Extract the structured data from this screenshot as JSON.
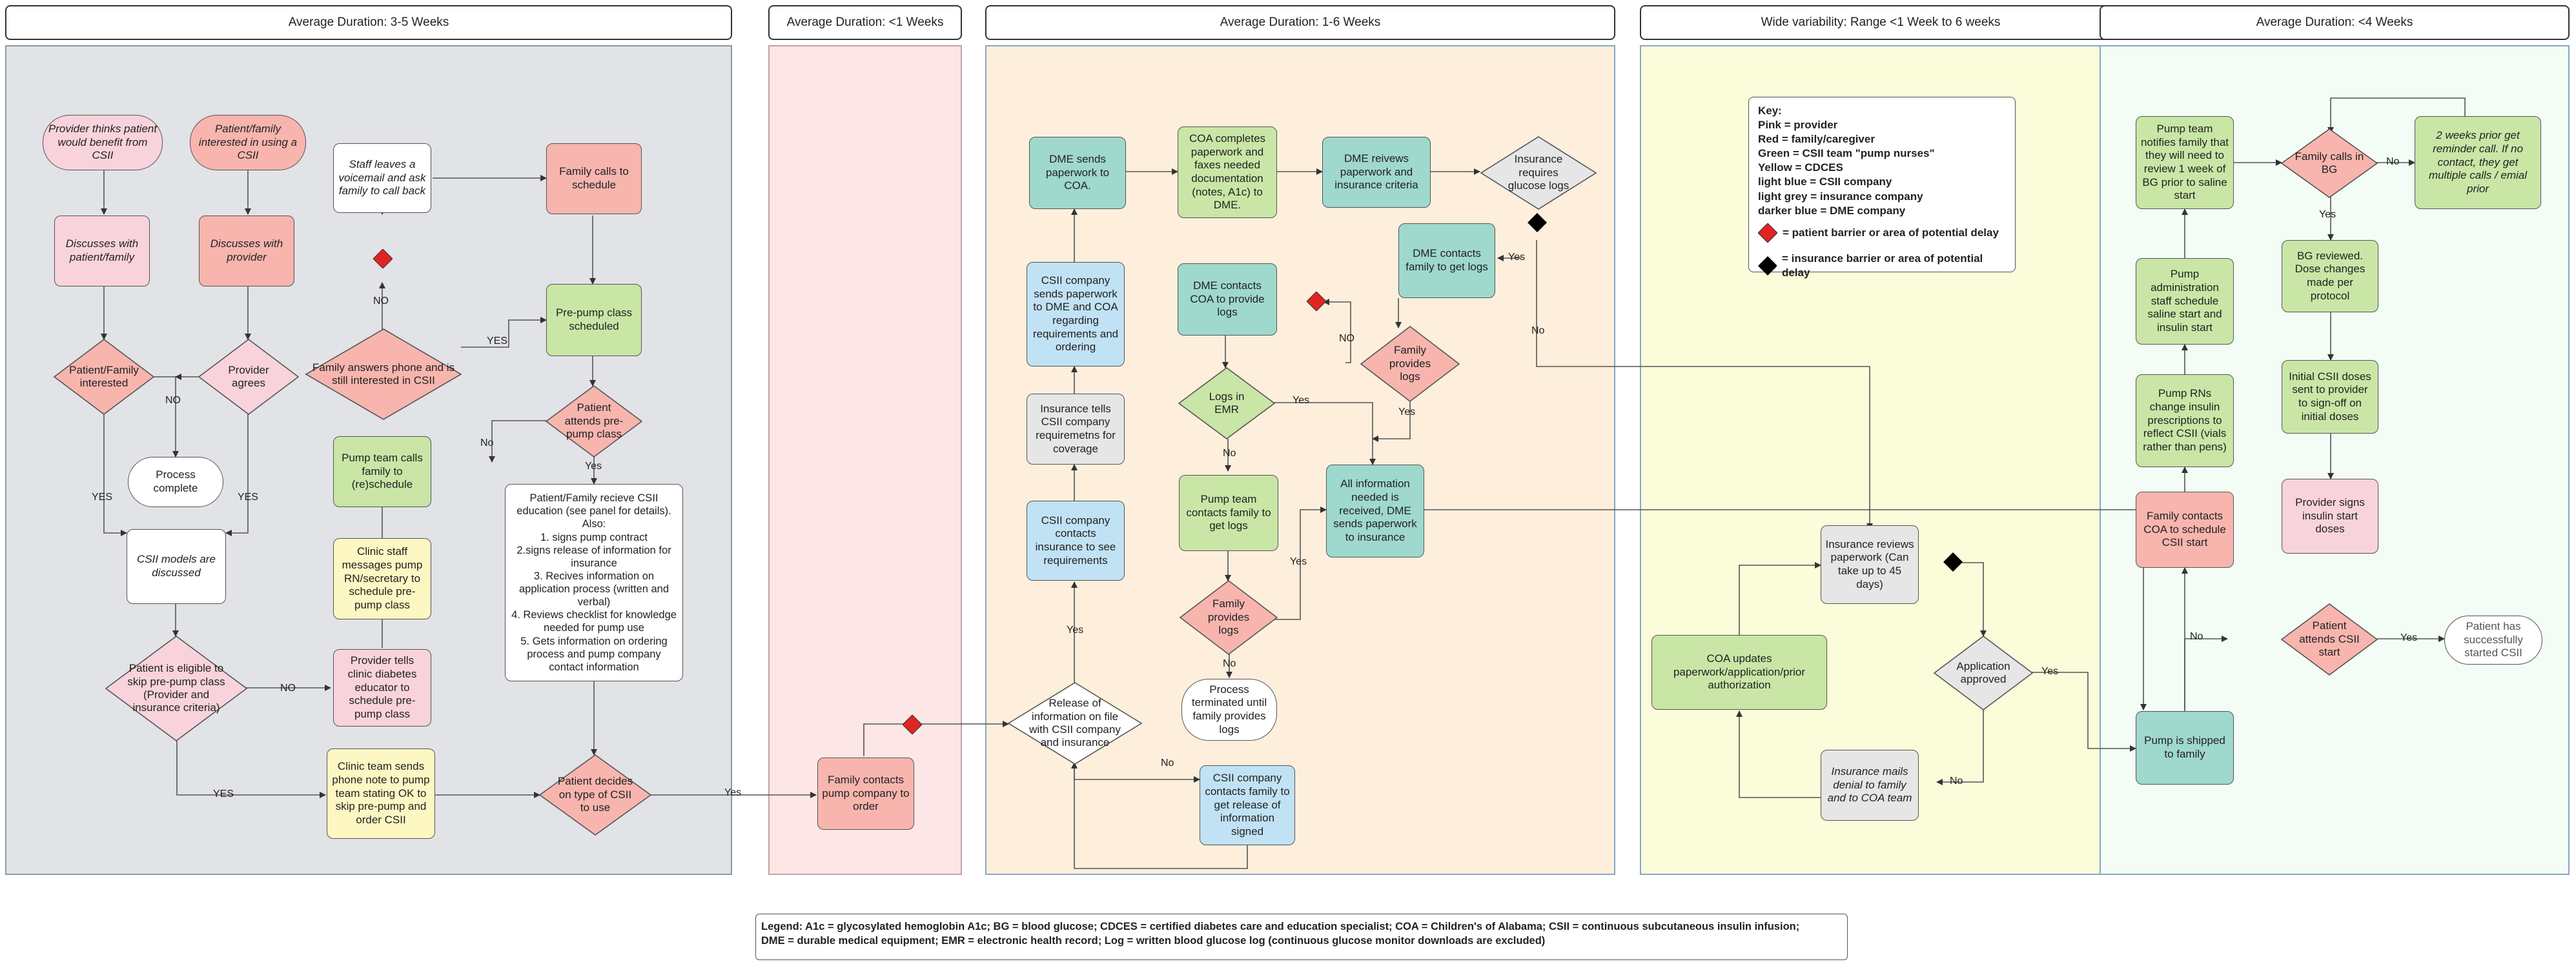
{
  "headers": [
    "Average Duration: 3-5 Weeks",
    "Average Duration: <1 Weeks",
    "Average Duration: 1-6 Weeks",
    "Wide variability: Range <1 Week to 6 weeks",
    "Average Duration: <4 Weeks"
  ],
  "colors": {
    "pink": "#f9d3dc",
    "red": "#f7b5ae",
    "green": "#c9e6a6",
    "yellow": "#fdf7c3",
    "light_blue": "#c1e2f4",
    "light_grey": "#e6e6e6",
    "dark_blue": "#9fd8cd",
    "patient_barrier": "#e02424",
    "insurance_barrier": "#000000"
  },
  "nodes": {
    "provider_thinks": "Provider thinks patient would benefit from CSII",
    "family_interested_csii": "Patient/family interested in using a CSII",
    "discusses_family": "Discusses with patient/family",
    "discusses_provider": "Discusses with provider",
    "patient_family_interested": "Patient/Family interested",
    "provider_agrees": "Provider agrees",
    "process_complete": "Process complete",
    "csii_models": "CSII models are discussed",
    "eligible_skip": "Patient is eligible to skip pre-pump class (Provider and insurance criteria)",
    "staff_voicemail": "Staff leaves a voicemail and ask family to call back",
    "family_answers": "Family answers phone and is still interested in CSII",
    "pump_team_calls": "Pump team calls family to (re)schedule",
    "clinic_staff_messages": "Clinic staff messages pump RN/secretary to schedule pre-pump class",
    "provider_tells": "Provider tells clinic diabetes educator to schedule pre-pump class",
    "clinic_team_sends": "Clinic team sends phone note to pump team stating OK to skip pre-pump and order CSII",
    "family_calls_schedule": "Family calls to schedule",
    "pre_pump_scheduled": "Pre-pump class scheduled",
    "patient_attends_prepump": "Patient attends pre-pump class",
    "patient_receives_1": "Patient/Family recieve CSII education (see panel for details). Also:",
    "patient_receives_2": "1. signs pump contract",
    "patient_receives_3": "2.signs release of information for insurance",
    "patient_receives_4": "3. Recives information on application process (written and verbal)",
    "patient_receives_5": "4. Reviews checklist for knowledge needed for pump use",
    "patient_receives_6": "5. Gets information on ordering process and pump company contact information",
    "patient_decides": "Patient decides on type of CSII to use",
    "family_contacts_pump": "Family contacts pump company to order",
    "release_info": "Release of information on file with CSII company and insurance",
    "csii_contacts_family": "CSII company contacts family to get release of information signed",
    "csii_contacts_insurance": "CSII company contacts insurance to see requirements",
    "insurance_tells": "Insurance tells CSII company requiremetns for coverage",
    "csii_sends_paperwork": "CSII company sends paperwork to DME and COA regarding requirements and ordering",
    "dme_sends_coa": "DME sends paperwork to COA.",
    "coa_completes": "COA  completes paperwork and faxes needed documentation (notes, A1c) to DME.",
    "dme_reviews": "DME reivews paperwork and insurance criteria",
    "insurance_requires_logs": "Insurance requires glucose logs",
    "dme_contacts_family_logs": "DME contacts family to get logs",
    "dme_contacts_coa_logs": "DME contacts COA to provide logs",
    "family_provides_logs_1": "Family provides logs",
    "logs_in_emr": "Logs in EMR",
    "pump_team_contacts_logs": "Pump team contacts family to get logs",
    "family_provides_logs_2": "Family provides logs",
    "process_terminated": "Process terminated until family provides logs",
    "all_info_received": "All information needed is received, DME sends paperwork to insurance",
    "insurance_reviews": "Insurance reviews paperwork (Can take up to 45 days)",
    "application_approved": "Application approved",
    "coa_updates": "COA updates paperwork/application/prior authorization",
    "insurance_mails_denial": "Insurance mails denial to family and to COA team",
    "pump_shipped": "Pump is shipped to family",
    "family_contacts_coa": "Family contacts COA to schedule CSII start",
    "pump_rns_change": "Pump RNs  change  insulin prescriptions to reflect CSII (vials rather than pens)",
    "pump_admin_schedule": "Pump administration staff schedule saline start and insulin start",
    "pump_team_notifies": "Pump team notifies family that they will need to review 1 week of BG prior to saline start",
    "family_calls_bg": "Family calls in BG",
    "two_weeks_prior": "2 weeks prior get reminder call. If no contact, they get multiple calls / emial prior",
    "bg_reviewed": "BG reviewed. Dose changes made per protocol",
    "initial_csii_doses": "Initial CSII doses sent to provider to sign-off on initial doses",
    "provider_signs": "Provider signs insulin start doses",
    "patient_attends_start": "Patient attends CSII start",
    "patient_started": "Patient has successfully started CSII"
  },
  "edge_labels": {
    "yes": "YES",
    "no": "NO",
    "Yes": "Yes",
    "No": "No"
  },
  "key": {
    "title": "Key:",
    "pink": "Pink = provider",
    "red": "Red = family/caregiver",
    "green": "Green = CSII team \"pump nurses\"",
    "yellow": "Yellow = CDCES",
    "light_blue": "light blue = CSII company",
    "light_grey": "light grey = insurance company",
    "darker_blue": "darker blue = DME company",
    "patient_barrier": "= patient barrier or area of potential delay",
    "insurance_barrier": "= insurance barrier or area of potential delay"
  },
  "legend": {
    "line1": "Legend: A1c = glycosylated hemoglobin A1c; BG = blood glucose; CDCES = certified diabetes care and education specialist;  COA = Children's of Alabama; CSII = continuous subcutaneous insulin infusion;",
    "line2": "DME = durable medical equipment; EMR = electronic health record; Log = written blood glucose log (continuous glucose monitor downloads are excluded)"
  }
}
